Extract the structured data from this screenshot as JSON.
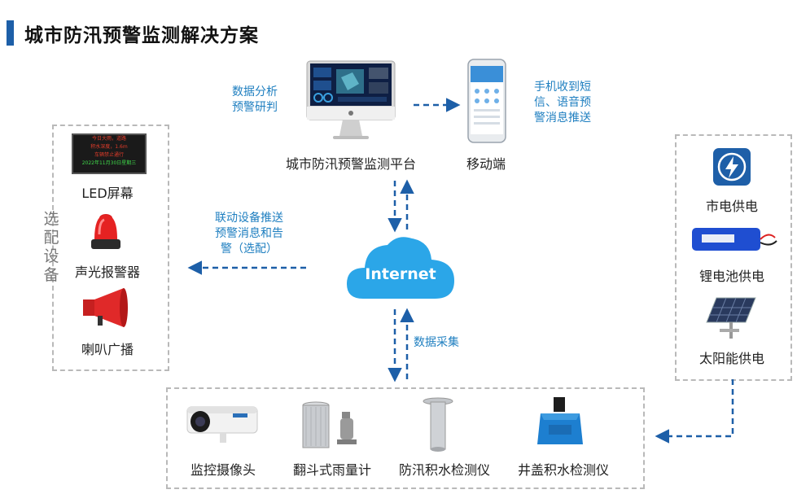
{
  "title": "城市防汛预警监测解决方案",
  "platform": {
    "label": "城市防汛预警监测平台",
    "note_line1": "数据分析",
    "note_line2": "预警研判"
  },
  "mobile": {
    "label": "移动端",
    "note_line1": "手机收到短",
    "note_line2": "信、语音预",
    "note_line3": "警消息推送"
  },
  "optional": {
    "title_chars": [
      "选",
      "配",
      "设",
      "备"
    ],
    "items": [
      {
        "label": "LED屏幕",
        "icon": "led-screen-icon"
      },
      {
        "label": "声光报警器",
        "icon": "alarm-light-icon"
      },
      {
        "label": "喇叭广播",
        "icon": "loudspeaker-icon"
      }
    ],
    "led_text": [
      "今日大雨，道路",
      "积水深度，1.6m",
      "车辆禁止通行",
      "2022年11月30日星期三"
    ],
    "note_line1": "联动设备推送",
    "note_line2": "预警消息和告",
    "note_line3": "警（选配）"
  },
  "internet": {
    "label": "Internet"
  },
  "collection": {
    "note": "数据采集"
  },
  "power": {
    "items": [
      {
        "label": "市电供电",
        "icon": "lightning-icon"
      },
      {
        "label": "锂电池供电",
        "icon": "battery-icon"
      },
      {
        "label": "太阳能供电",
        "icon": "solar-panel-icon"
      }
    ]
  },
  "sensors": {
    "items": [
      {
        "label": "监控摄像头",
        "icon": "camera-icon"
      },
      {
        "label": "翻斗式雨量计",
        "icon": "rain-gauge-icon"
      },
      {
        "label": "防汛积水检测仪",
        "icon": "water-detector-icon"
      },
      {
        "label": "井盖积水检测仪",
        "icon": "manhole-detector-icon"
      }
    ]
  },
  "colors": {
    "accent": "#1d5fa8",
    "note": "#1f7fc0",
    "dash": "#b9b9b9",
    "cloud": "#2ba6e8"
  }
}
